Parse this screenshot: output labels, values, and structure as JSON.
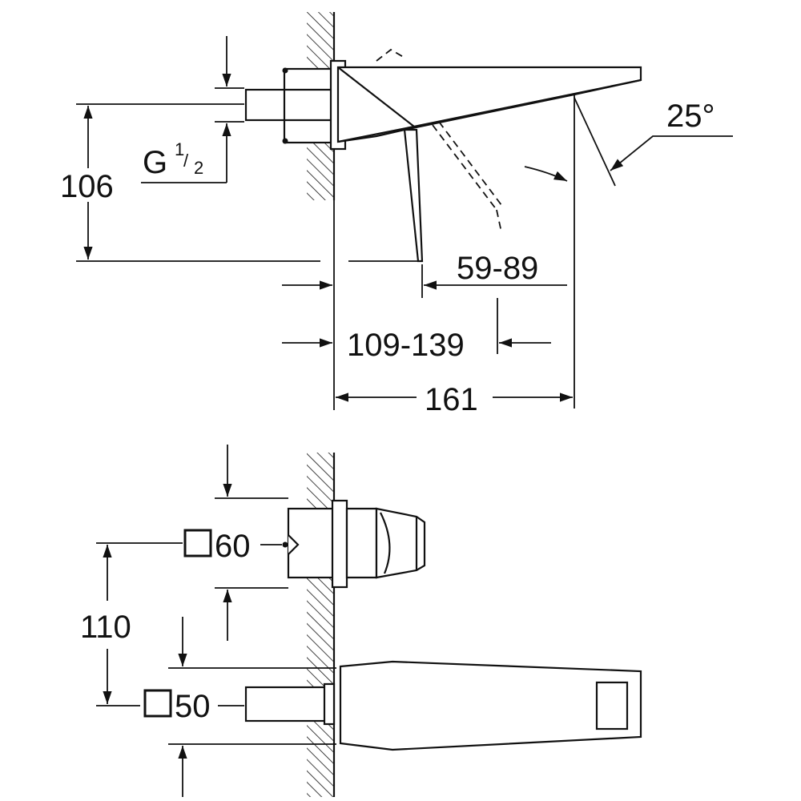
{
  "colors": {
    "ink": "#111111",
    "background": "#ffffff"
  },
  "side_view": {
    "height_106": "106",
    "thread_g": "G",
    "thread_num": "1",
    "thread_den": "2",
    "angle": "25°",
    "dim_59_89": "59-89",
    "dim_109_139": "109-139",
    "dim_161": "161"
  },
  "top_view": {
    "dim_110": "110",
    "square_60": "60",
    "square_50": "50"
  }
}
